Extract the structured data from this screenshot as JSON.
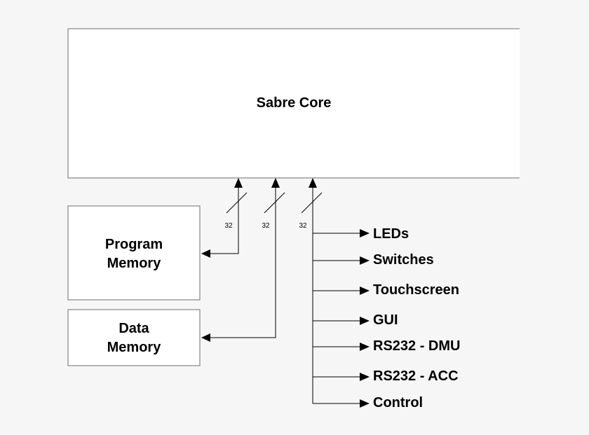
{
  "core": {
    "label": "Sabre Core"
  },
  "program_memory": {
    "line1": "Program",
    "line2": "Memory"
  },
  "data_memory": {
    "line1": "Data",
    "line2": "Memory"
  },
  "bus_widths": [
    "32",
    "32",
    "32"
  ],
  "outputs": [
    "LEDs",
    "Switches",
    "Touchscreen",
    "GUI",
    "RS232 - DMU",
    "RS232 - ACC",
    "Control"
  ]
}
